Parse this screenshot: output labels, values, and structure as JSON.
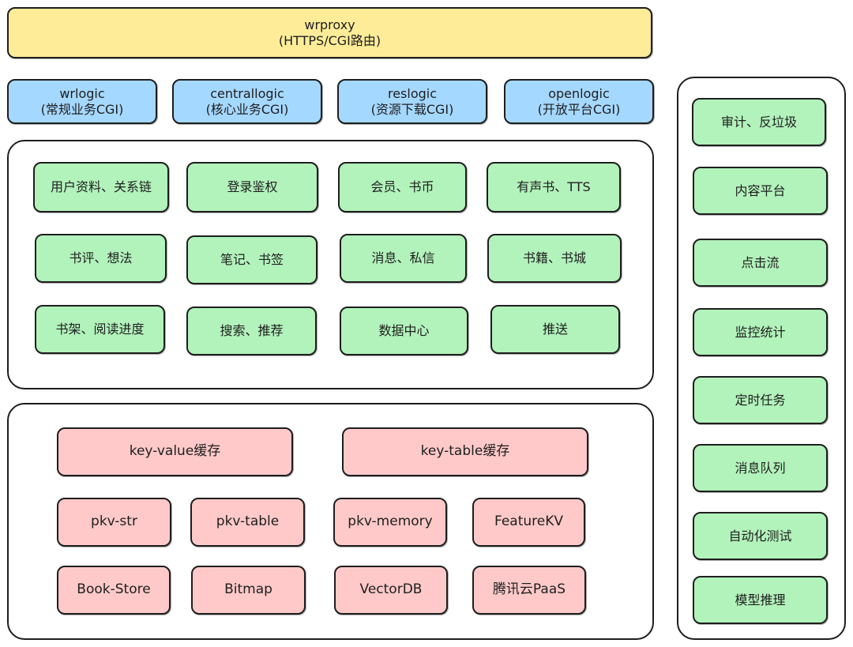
{
  "proxy": {
    "name": "wrproxy",
    "desc": "(HTTPS/CGI路由)"
  },
  "logics": [
    {
      "name": "wrlogic",
      "desc": "(常规业务CGI)"
    },
    {
      "name": "centrallogic",
      "desc": "(核心业务CGI)"
    },
    {
      "name": "reslogic",
      "desc": "(资源下载CGI)"
    },
    {
      "name": "openlogic",
      "desc": "(开放平台CGI)"
    }
  ],
  "services": [
    "用户资料、关系链",
    "登录鉴权",
    "会员、书币",
    "有声书、TTS",
    "书评、想法",
    "笔记、书签",
    "消息、私信",
    "书籍、书城",
    "书架、阅读进度",
    "搜索、推荐",
    "数据中心",
    "推送"
  ],
  "storage_main": [
    "key-value缓存",
    "key-table缓存"
  ],
  "storage": [
    "pkv-str",
    "pkv-table",
    "pkv-memory",
    "FeatureKV",
    "Book-Store",
    "Bitmap",
    "VectorDB",
    "腾讯云PaaS"
  ],
  "side": [
    "审计、反垃圾",
    "内容平台",
    "点击流",
    "监控统计",
    "定时任务",
    "消息队列",
    "自动化测试",
    "模型推理"
  ]
}
